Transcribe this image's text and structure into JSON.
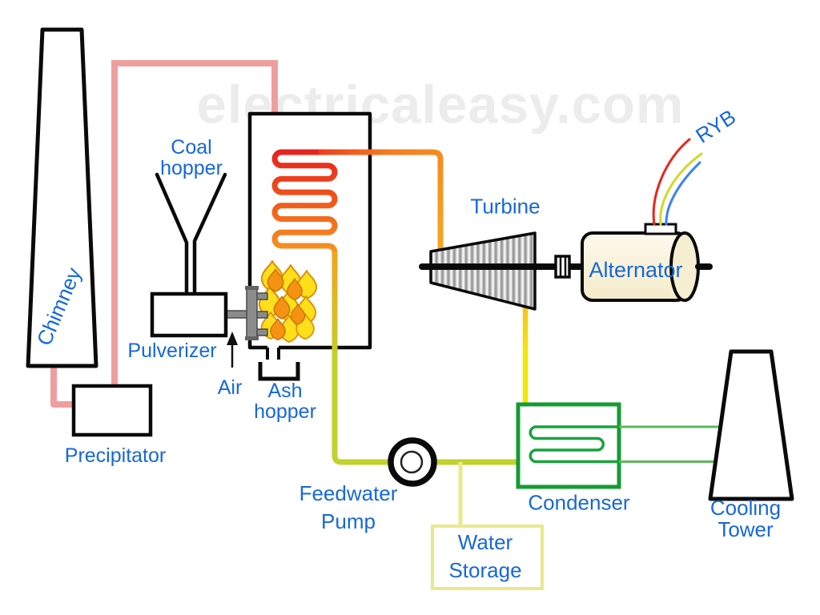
{
  "watermark": "electricaleasy.com",
  "labels": {
    "chimney": "Chimney",
    "coal_hopper": "Coal\nhopper",
    "pulverizer": "Pulverizer",
    "air": "Air",
    "ash_hopper": "Ash\nhopper",
    "precipitator": "Precipitator",
    "turbine": "Turbine",
    "alternator": "Alternator",
    "ryb": "RYB",
    "feedwater_pump": "Feedwater\nPump",
    "water_storage": "Water\nStorage",
    "condenser": "Condenser",
    "cooling_tower": "Cooling Tower"
  },
  "colors": {
    "label_text": "#1668d9",
    "watermark_gray": "#ececec",
    "flue_gas_pipe_pink": "#ef9e9e",
    "coil_hot_red": "#e81e1e",
    "coil_warm_orange": "#f59122",
    "steam_pipe_orange": "#f57c1e",
    "exhaust_steam_yellow": "#f2e70c",
    "feedwater_green_yellow": "#c2d22c",
    "storage_branch_pale_yellow": "#e9e98a",
    "condenser_green": "#149b33",
    "cooling_water_light_green": "#5cb85c",
    "alternator_cream": "#faf3dc",
    "wire_red": "#e8261d",
    "wire_yellow": "#cedc26",
    "wire_blue": "#3c82f2",
    "flame_yellow": "#ffdf1c",
    "flame_orange": "#f59211",
    "burner_gray": "#8b8b8b"
  }
}
